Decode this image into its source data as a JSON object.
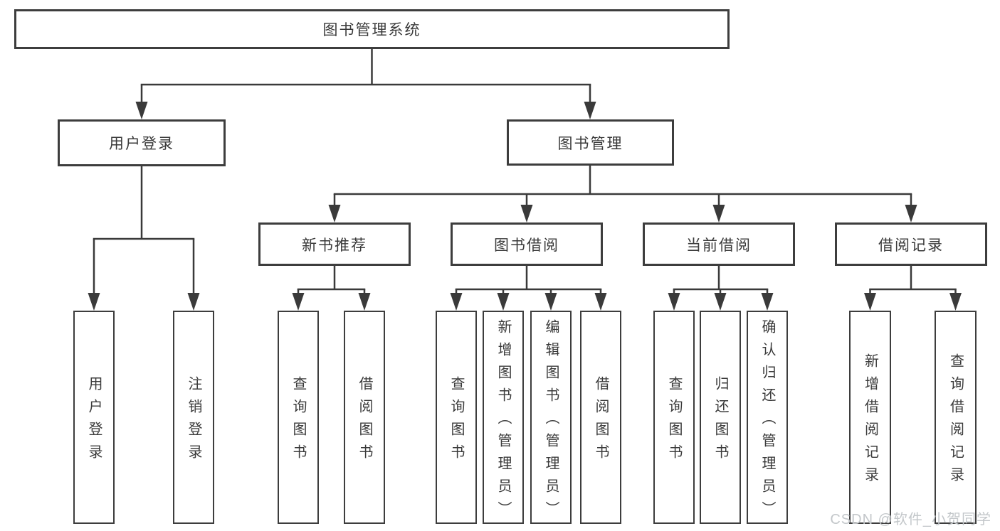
{
  "diagram": {
    "type": "hierarchy-tree",
    "tree": {
      "root": {
        "label": "图书管理系统",
        "children": [
          {
            "label": "用户登录",
            "children": [
              {
                "label": "用户登录"
              },
              {
                "label": "注销登录"
              }
            ]
          },
          {
            "label": "图书管理",
            "children": [
              {
                "label": "新书推荐",
                "children": [
                  {
                    "label": "查询图书"
                  },
                  {
                    "label": "借阅图书"
                  }
                ]
              },
              {
                "label": "图书借阅",
                "children": [
                  {
                    "label": "查询图书"
                  },
                  {
                    "label": "新增图书（管理员）"
                  },
                  {
                    "label": "编辑图书（管理员）"
                  },
                  {
                    "label": "借阅图书"
                  }
                ]
              },
              {
                "label": "当前借阅",
                "children": [
                  {
                    "label": "查询图书"
                  },
                  {
                    "label": "归还图书"
                  },
                  {
                    "label": "确认归还（管理员）"
                  }
                ]
              },
              {
                "label": "借阅记录",
                "children": [
                  {
                    "label": "新增借阅记录"
                  },
                  {
                    "label": "查询借阅记录"
                  }
                ]
              }
            ]
          }
        ]
      }
    },
    "colors": {
      "border": "#3d3d3d",
      "line": "#3a3a3a",
      "text": "#3a3a3a",
      "background": "#ffffff",
      "watermark_text_color": "#c3c7ca"
    }
  },
  "watermark": {
    "text": "CSDN @软件_小贺同学"
  }
}
